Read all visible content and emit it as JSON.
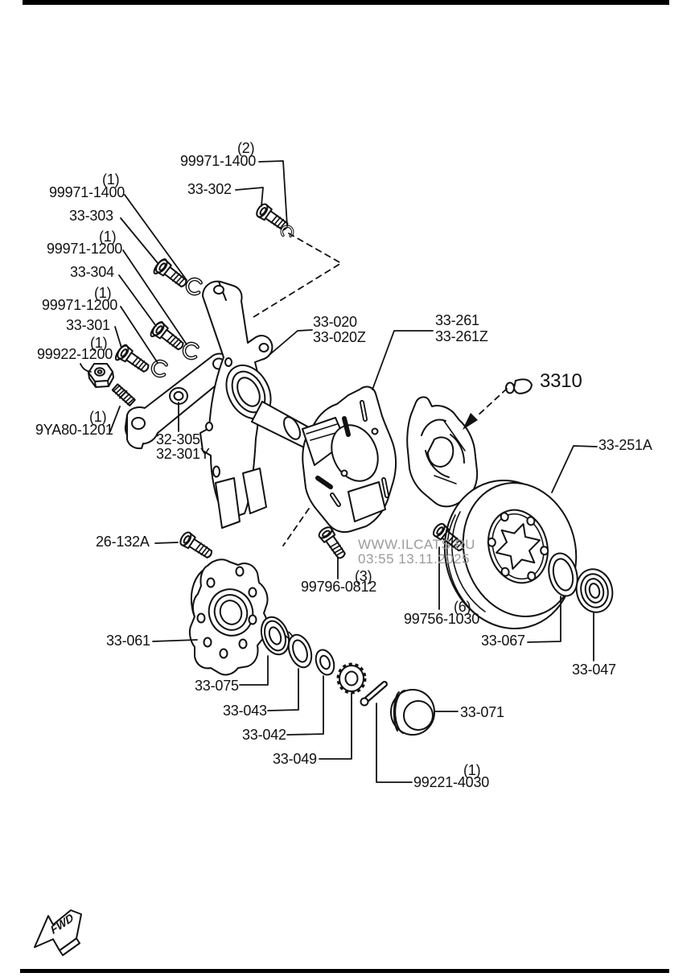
{
  "watermark": {
    "line1": "WWW.ILCATS.RU",
    "line2": "03:55 13.11.2025"
  },
  "fwd_label": "FWD",
  "colors": {
    "line": "#111111",
    "watermark": "#9b9b9b",
    "background": "#ffffff"
  },
  "labels": [
    {
      "text": "(2)",
      "type": "quantity"
    },
    {
      "text": "99971-1400",
      "type": "part-number"
    },
    {
      "text": "33-302",
      "type": "part-number"
    },
    {
      "text": "(1)",
      "type": "quantity"
    },
    {
      "text": "99971-1400",
      "type": "part-number"
    },
    {
      "text": "33-303",
      "type": "part-number"
    },
    {
      "text": "(1)",
      "type": "quantity"
    },
    {
      "text": "99971-1200",
      "type": "part-number"
    },
    {
      "text": "33-304",
      "type": "part-number"
    },
    {
      "text": "(1)",
      "type": "quantity"
    },
    {
      "text": "99971-1200",
      "type": "part-number"
    },
    {
      "text": "33-301",
      "type": "part-number"
    },
    {
      "text": "(1)",
      "type": "quantity"
    },
    {
      "text": "99922-1200",
      "type": "part-number"
    },
    {
      "text": "(1)",
      "type": "quantity"
    },
    {
      "text": "9YA80-1201",
      "type": "part-number"
    },
    {
      "text": "32-305",
      "type": "part-number"
    },
    {
      "text": "32-301Y",
      "type": "part-number"
    },
    {
      "text": "33-020",
      "type": "part-number"
    },
    {
      "text": "33-020Z",
      "type": "part-number"
    },
    {
      "text": "33-261",
      "type": "part-number"
    },
    {
      "text": "33-261Z",
      "type": "part-number"
    },
    {
      "text": "3310",
      "type": "part-number"
    },
    {
      "text": "33-251A",
      "type": "part-number"
    },
    {
      "text": "26-132A",
      "type": "part-number"
    },
    {
      "text": "33-061",
      "type": "part-number"
    },
    {
      "text": "(3)",
      "type": "quantity"
    },
    {
      "text": "99796-0812",
      "type": "part-number"
    },
    {
      "text": "(6)",
      "type": "quantity"
    },
    {
      "text": "99756-1030",
      "type": "part-number"
    },
    {
      "text": "33-067",
      "type": "part-number"
    },
    {
      "text": "33-047",
      "type": "part-number"
    },
    {
      "text": "33-075",
      "type": "part-number"
    },
    {
      "text": "33-043",
      "type": "part-number"
    },
    {
      "text": "33-042",
      "type": "part-number"
    },
    {
      "text": "33-049",
      "type": "part-number"
    },
    {
      "text": "33-071",
      "type": "part-number"
    },
    {
      "text": "(1)",
      "type": "quantity"
    },
    {
      "text": "99221-4030",
      "type": "part-number"
    }
  ]
}
